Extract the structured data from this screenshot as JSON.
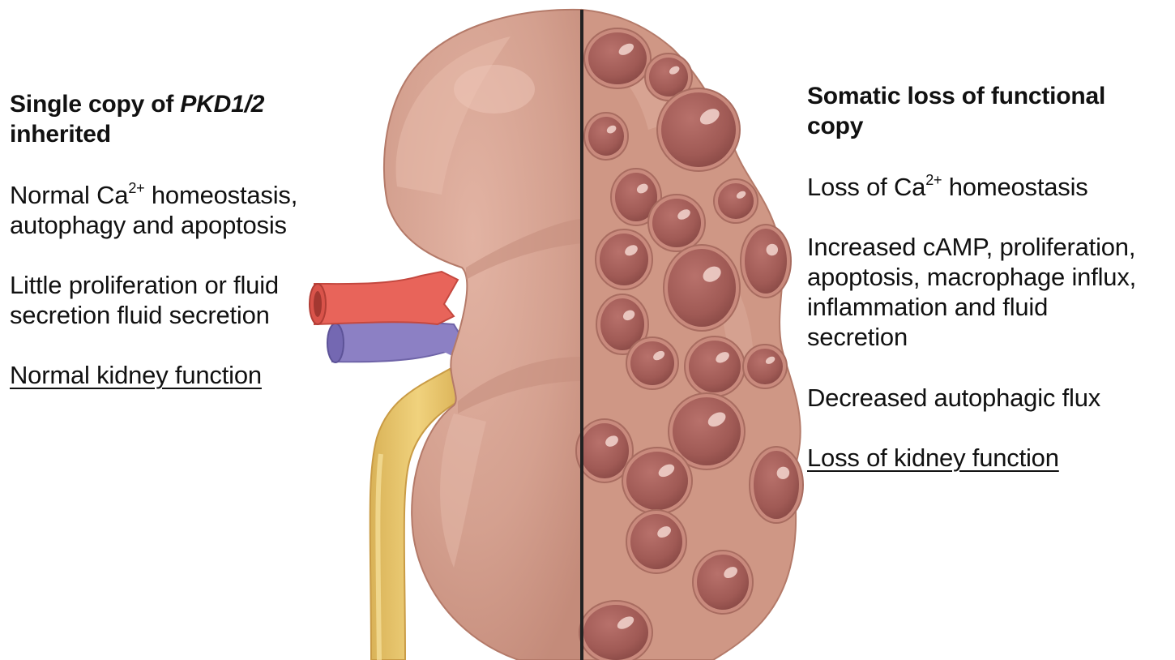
{
  "left_panel": {
    "heading_prefix": "Single copy of ",
    "heading_gene": "PKD1/2",
    "heading_suffix": "inherited",
    "ca_before": "Normal Ca",
    "ca_superscript": "2+",
    "ca_after": " homeostasis,",
    "ca_line2": "autophagy and apoptosis",
    "proliferation_line1": "Little proliferation or fluid",
    "proliferation_line2": "secretion fluid secretion",
    "outcome": "Normal kidney function"
  },
  "right_panel": {
    "heading_line1": "Somatic loss of functional",
    "heading_line2": "copy",
    "ca_before": "Loss of Ca",
    "ca_superscript": "2+",
    "ca_after": " homeostasis",
    "increased_line1": "Increased cAMP, proliferation,",
    "increased_line2": "apoptosis, macrophage influx,",
    "increased_line3": "inflammation and fluid",
    "increased_line4": "secretion",
    "autophagic": "Decreased autophagic flux",
    "outcome": "Loss of kidney function"
  },
  "colors": {
    "kidney_base": "#d4a08f",
    "kidney_light": "#e3b4a4",
    "kidney_shadow": "#b97f6e",
    "cyst_fill": "#a45f5b",
    "cyst_rim": "#c98a7d",
    "artery": "#e8645a",
    "vein": "#8c80c4",
    "ureter": "#e6c46b",
    "divider": "#222222"
  }
}
